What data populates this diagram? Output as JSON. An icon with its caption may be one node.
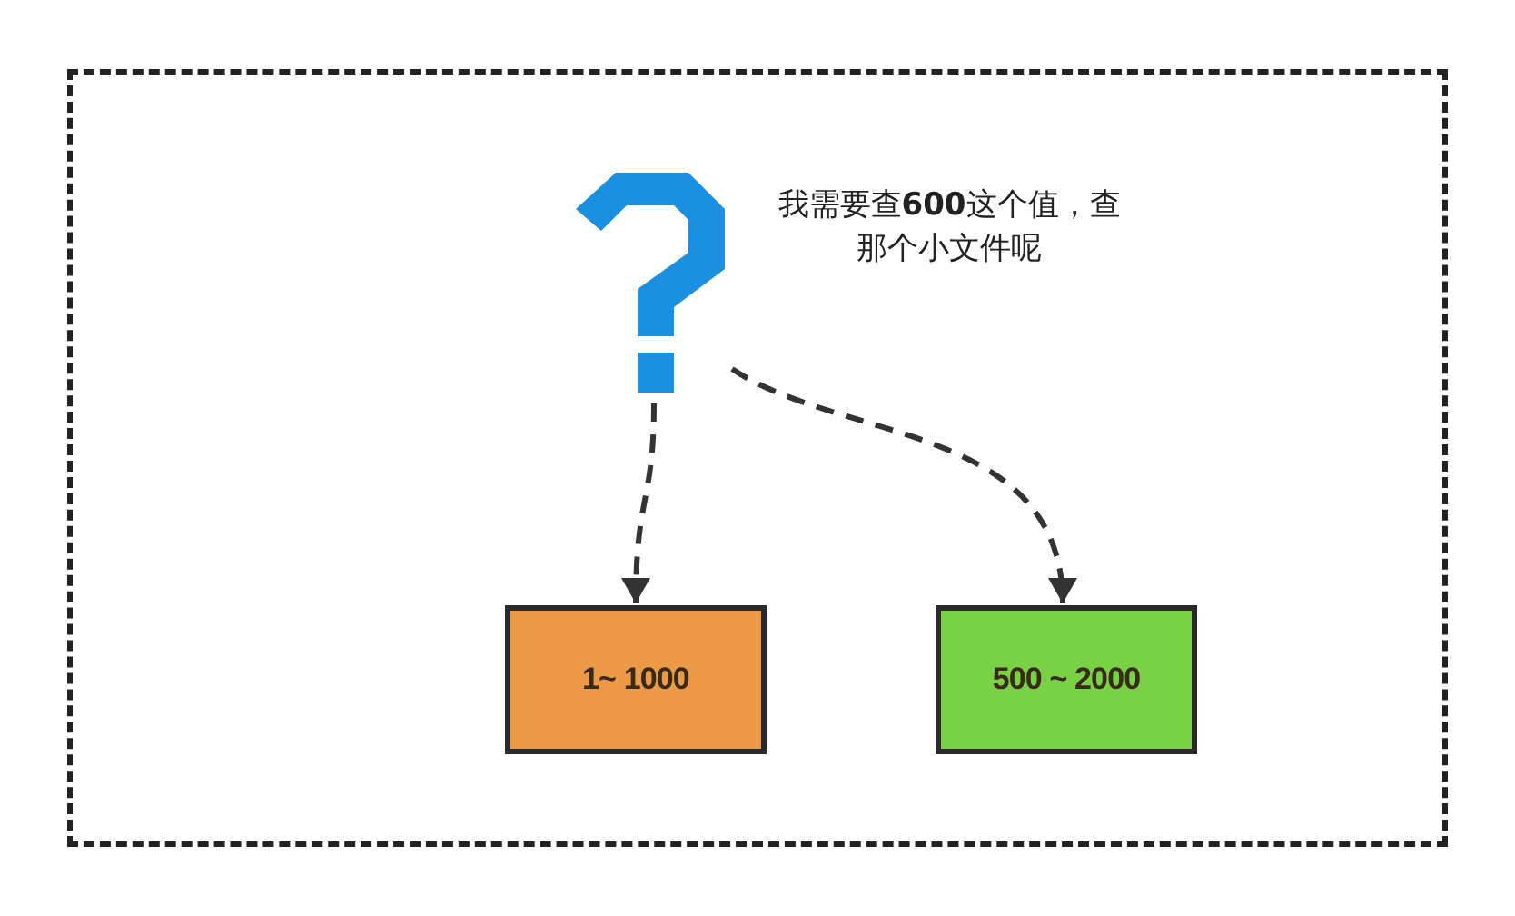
{
  "diagram": {
    "nodes": [
      {
        "text": [],
        "shape": "box"
      },
      {
        "text": [],
        "shape": "question-mark",
        "in": 0,
        "beside": [
          "我需要查**600**这个值，查那个小文件呢"
        ]
      },
      {
        "text": [
          "1~ 1000"
        ],
        "in": 0
      },
      {
        "text": [
          "500 ~ 2000"
        ],
        "in": 0
      }
    ],
    "edges": [
      {
        "from": 1,
        "to": 2,
        "arrow": "to",
        "style": "dashed"
      },
      {
        "from": 1,
        "to": 3,
        "arrow": "to",
        "style": "dashed"
      }
    ]
  }
}
